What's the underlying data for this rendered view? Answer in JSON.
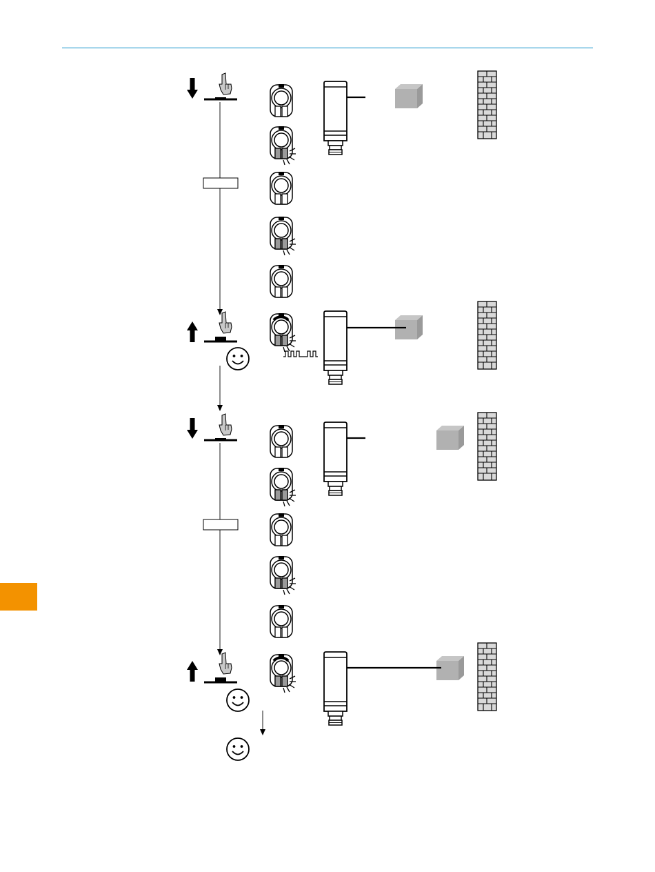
{
  "colors": {
    "header_rule": "#0a8fc8",
    "side_tab": "#f39200",
    "object_light": "#c6c6c6",
    "object_mid": "#b1b1b1",
    "object_dark": "#9a9a9a",
    "brick_fill": "#d9d9d9",
    "ink": "#000000"
  },
  "icons": {
    "press": "arrow-down-icon",
    "release": "arrow-up-icon",
    "finger": "pointing-finger-icon",
    "led_off": "led-off-icon",
    "led_blink": "led-blinking-icon",
    "led_on": "led-lit-icon",
    "sensor": "photoelectric-sensor-icon",
    "target": "target-object-icon",
    "background": "brick-wall-icon",
    "success": "smiley-icon",
    "pulse": "pulse-signal-icon"
  },
  "steps": [
    {
      "id": "step-1",
      "action": "press",
      "leds": [
        "off",
        "blink",
        "off",
        "blink",
        "off"
      ],
      "hold_box_label": "",
      "beam": "short",
      "wall": "far"
    },
    {
      "id": "step-2",
      "action": "release",
      "leds": [
        "on"
      ],
      "beam": "to-object",
      "wall": "far",
      "result": "success",
      "signal": "pulse"
    },
    {
      "id": "step-3",
      "action": "press",
      "leds": [
        "off",
        "blink",
        "off",
        "blink",
        "off"
      ],
      "hold_box_label": "",
      "beam": "short",
      "wall": "near"
    },
    {
      "id": "step-4",
      "action": "release",
      "leds": [
        "on"
      ],
      "beam": "to-object",
      "wall": "near",
      "result": "success",
      "final_result": "success"
    }
  ]
}
